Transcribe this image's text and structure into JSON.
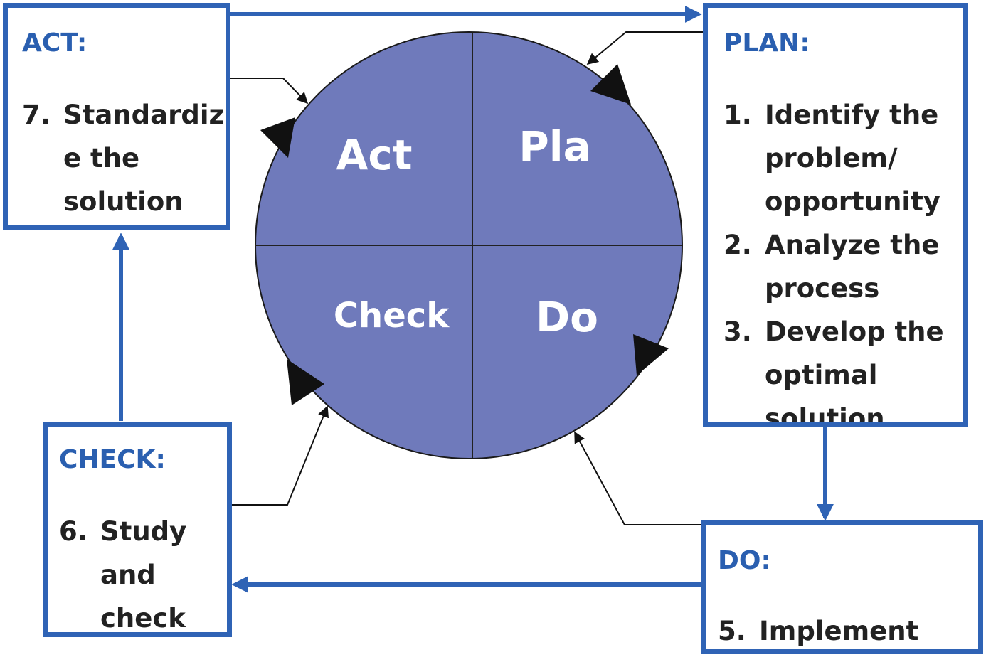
{
  "circle": {
    "quadrants": {
      "act": "Act",
      "plan": "Pla",
      "check": "Check",
      "do": "Do"
    }
  },
  "boxes": {
    "act": {
      "title": "ACT:",
      "items": [
        {
          "num": "7.",
          "lines": [
            "Standardiz",
            "e the",
            "solution"
          ]
        }
      ]
    },
    "plan": {
      "title": "PLAN:",
      "items": [
        {
          "num": "1.",
          "lines": [
            "Identify the",
            "problem/",
            "opportunity"
          ]
        },
        {
          "num": "2.",
          "lines": [
            "Analyze the",
            "process"
          ]
        },
        {
          "num": "3.",
          "lines": [
            "Develop the",
            "optimal",
            "solution"
          ]
        }
      ]
    },
    "check": {
      "title": "CHECK:",
      "items": [
        {
          "num": "6.",
          "lines": [
            "Study",
            "and",
            "check"
          ]
        }
      ]
    },
    "do": {
      "title": "DO:",
      "items": [
        {
          "num": "5.",
          "lines": [
            "Implement"
          ]
        }
      ]
    }
  },
  "colors": {
    "box_border": "#2f63b5",
    "title_text": "#2a5fb0",
    "circle_fill": "#6f7abb",
    "arrow_head": "#111111"
  }
}
